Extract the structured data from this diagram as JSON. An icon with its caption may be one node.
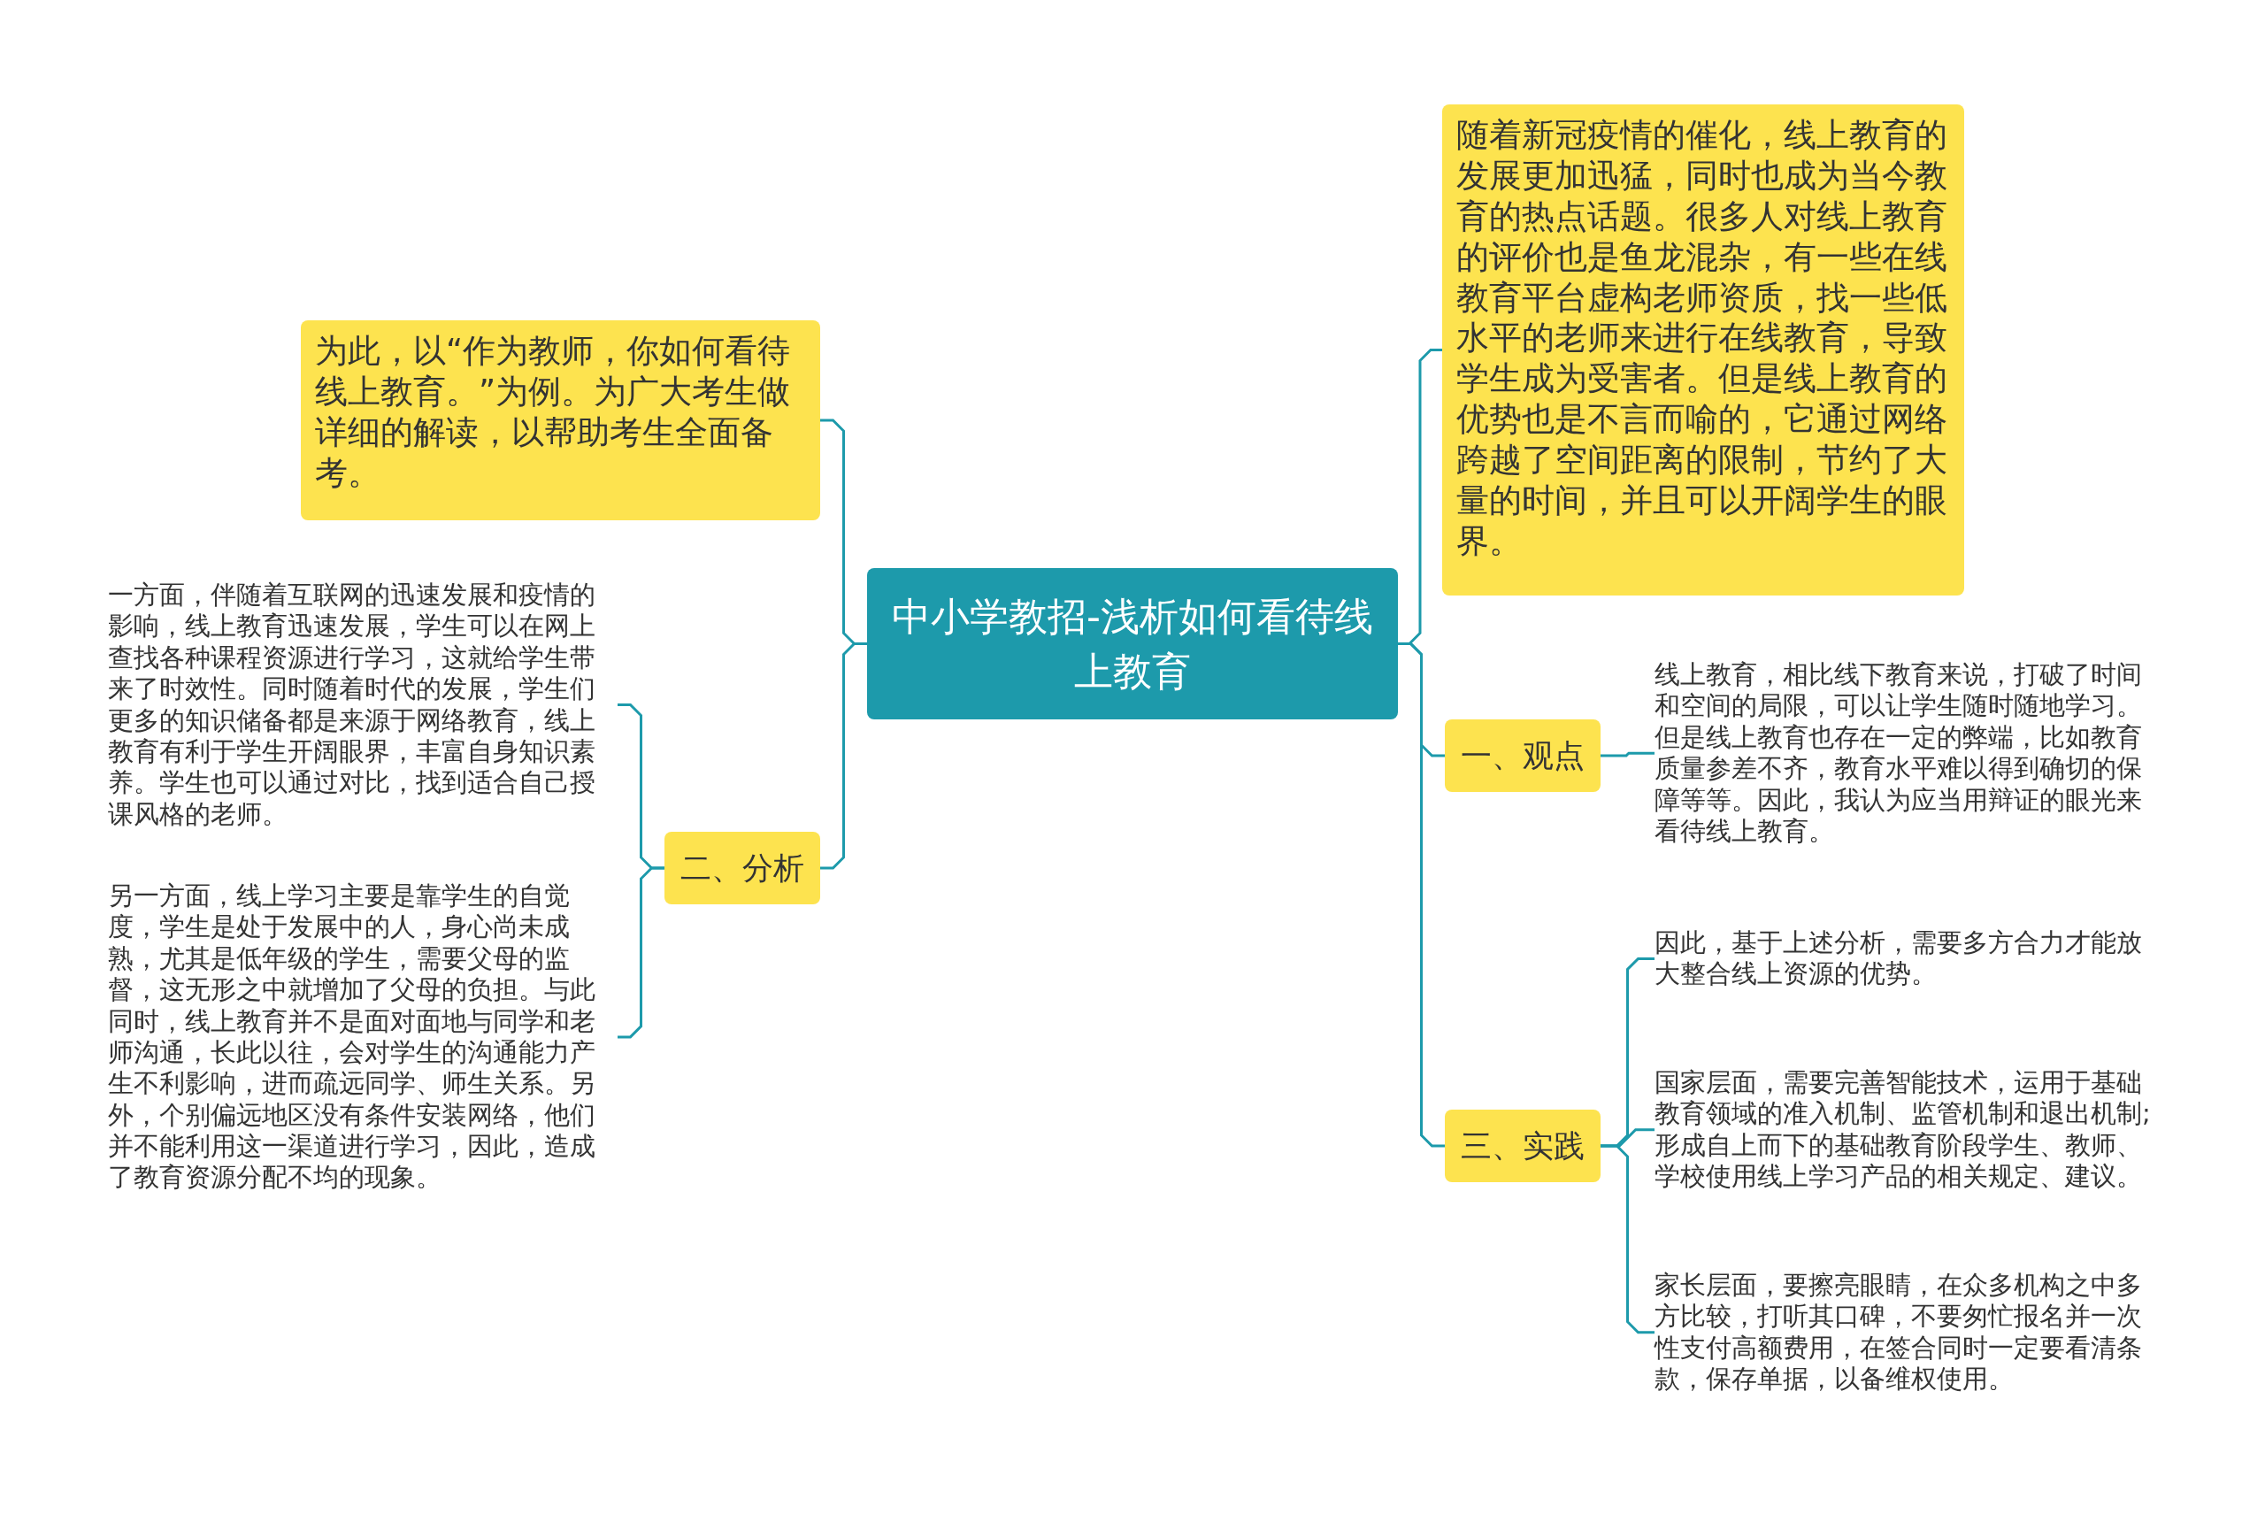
{
  "diagram": {
    "nodes": [
      {
        "text": [
          "中小学教招-浅析如何看待线上教育"
        ]
      },
      {
        "text": [
          "为此，以“作为教师，你如何看待线上教育。”为例。为广大考生做详细的解读，以帮助考生全面备考。"
        ]
      },
      {
        "text": [
          "二、分析"
        ]
      },
      {
        "text": [
          "一方面，伴随着互联网的迅速发展和疫情的影响，线上教育迅速发展，学生可以在网上查找各种课程资源进行学习，这就给学生带来了时效性。同时随着时代的发展，学生们更多的知识储备都是来源于网络教育，线上教育有利于学生开阔眼界，丰富自身知识素养。学生也可以通过对比，找到适合自己授课风格的老师。"
        ]
      },
      {
        "text": [
          "另一方面，线上学习主要是靠学生的自觉度，学生是处于发展中的人，身心尚未成熟，尤其是低年级的学生，需要父母的监督，这无形之中就增加了父母的负担。与此同时，线上教育并不是面对面地与同学和老师沟通，长此以往，会对学生的沟通能力产生不利影响，进而疏远同学、师生关系。另外，个别偏远地区没有条件安装网络，他们并不能利用这一渠道进行学习，因此，造成了教育资源分配不均的现象。"
        ]
      },
      {
        "text": [
          "随着新冠疫情的催化，线上教育的发展更加迅猛，同时也成为当今教育的热点话题。很多人对线上教育的评价也是鱼龙混杂，有一些在线教育平台虚构老师资质，找一些低水平的老师来进行在线教育，导致学生成为受害者。但是线上教育的优势也是不言而喻的，它通过网络跨越了空间距离的限制，节约了大量的时间，并且可以开阔学生的眼界。"
        ]
      },
      {
        "text": [
          "一、观点"
        ]
      },
      {
        "text": [
          "线上教育，相比线下教育来说，打破了时间和空间的局限，可以让学生随时随地学习。但是线上教育也存在一定的弊端，比如教育质量参差不齐，教育水平难以得到确切的保障等等。因此，我认为应当用辩证的眼光来看待线上教育。"
        ]
      },
      {
        "text": [
          "三、实践"
        ]
      },
      {
        "text": [
          "因此，基于上述分析，需要多方合力才能放大整合线上资源的优势。"
        ]
      },
      {
        "text": [
          "国家层面，需要完善智能技术，运用于基础教育领域的准入机制、监管机制和退出机制;形成自上而下的基础教育阶段学生、教师、学校使用线上学习产品的相关规定、建议。"
        ]
      },
      {
        "text": [
          "家长层面，要擦亮眼睛，在众多机构之中多方比较，打听其口碑，不要匆忙报名并一次性支付高额费用，在签合同时一定要看清条款，保存单据，以备维权使用。"
        ]
      }
    ],
    "edges": [
      {
        "from": 0,
        "to": 1,
        "arrow": "none"
      },
      {
        "from": 0,
        "to": 2,
        "arrow": "none"
      },
      {
        "from": 2,
        "to": 3,
        "arrow": "none"
      },
      {
        "from": 2,
        "to": 4,
        "arrow": "none"
      },
      {
        "from": 0,
        "to": 5,
        "arrow": "none"
      },
      {
        "from": 0,
        "to": 6,
        "arrow": "none"
      },
      {
        "from": 6,
        "to": 7,
        "arrow": "none"
      },
      {
        "from": 0,
        "to": 8,
        "arrow": "none"
      },
      {
        "from": 8,
        "to": 9,
        "arrow": "none"
      },
      {
        "from": 8,
        "to": 10,
        "arrow": "none"
      },
      {
        "from": 8,
        "to": 11,
        "arrow": "none"
      }
    ]
  }
}
